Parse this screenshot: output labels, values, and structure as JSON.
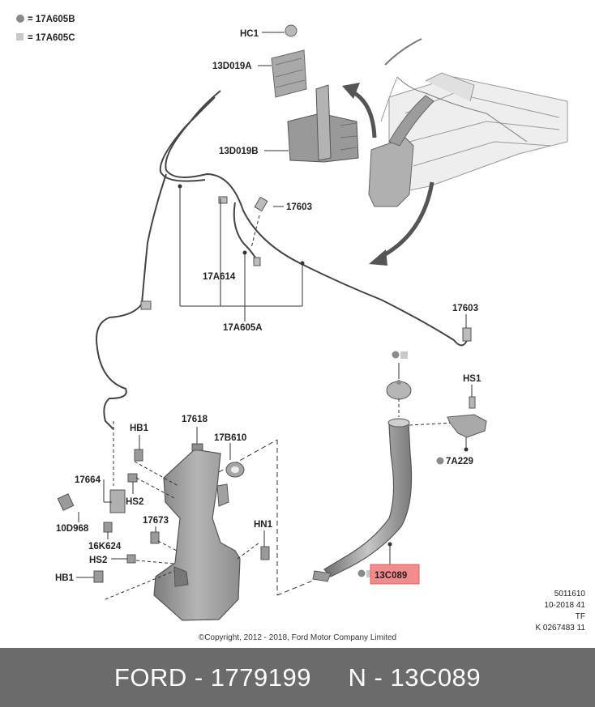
{
  "legend": [
    {
      "symbol": "circle",
      "label": "= 17A605B"
    },
    {
      "symbol": "square",
      "label": "= 17A605C"
    }
  ],
  "callouts": {
    "hc1": "HC1",
    "d019a": "13D019A",
    "d019b": "13D019B",
    "p17603_top": "17603",
    "a614": "17A614",
    "a605a": "17A605A",
    "p17603_right": "17603",
    "hs1": "HS1",
    "a229": "7A229",
    "hb1_top": "HB1",
    "p17618": "17618",
    "b610": "17B610",
    "p17664": "17664",
    "hs2_top": "HS2",
    "p17673": "17673",
    "hn1": "HN1",
    "d968": "10D968",
    "k624": "16K624",
    "hs2_bottom": "HS2",
    "hb1_bottom": "HB1",
    "c089": "13C089"
  },
  "colors": {
    "highlight": "#f28b8b",
    "part_dark": "#8a8a8a",
    "part_light": "#c9c9c9",
    "footer": "#6b6b6b"
  },
  "info_lines": [
    "5011610",
    "10-2018 41",
    "TF",
    "K 0267483 11"
  ],
  "copyright": "©Copyright, 2012 - 2018, Ford Motor Company Limited",
  "footer": {
    "brand_part": "FORD - 1779199",
    "ref_part": "N - 13C089"
  }
}
